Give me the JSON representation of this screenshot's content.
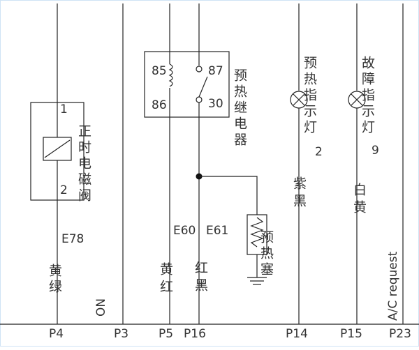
{
  "pins": {
    "p4": "P4",
    "p3": "P3",
    "p5": "P5",
    "p16": "P16",
    "p14": "P14",
    "p15": "P15",
    "p23": "P23"
  },
  "valve": {
    "pin_top": "1",
    "pin_bottom": "2",
    "label": "正时电磁阀",
    "code": "E78",
    "wire_color": "黄绿"
  },
  "switch_label": "ON",
  "relay": {
    "pin85": "85",
    "pin86": "86",
    "pin87": "87",
    "pin30": "30",
    "label": "预热继电器",
    "code_left": "E60",
    "code_right": "E61"
  },
  "wires": {
    "p5_color": "黄红",
    "p16_color": "红黑"
  },
  "heater_plug": {
    "label": "预热塞"
  },
  "lamps": {
    "preheat": {
      "label": "预热指示灯",
      "index": "2",
      "wire_color": "紫黑"
    },
    "fault": {
      "label": "故障指示灯",
      "index": "9",
      "wire_color": "白黄"
    }
  },
  "ac_request": "A/C request",
  "colors": {
    "line": "#222222",
    "frame_blue": "#cfe3f5"
  }
}
